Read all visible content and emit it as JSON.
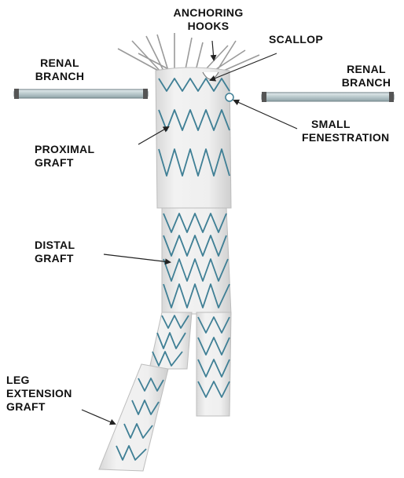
{
  "colors": {
    "graft_fabric": "#ececec",
    "graft_shadow": "#c9c9c9",
    "stent_wire": "#3f7f95",
    "stent_wire_light": "#79aebe",
    "branch_tube": "#b9c9cc",
    "label_text": "#111111",
    "leader_line": "#222222"
  },
  "labels": {
    "anchoring_hooks": {
      "line1": "ANCHORING",
      "line2": "HOOKS"
    },
    "scallop": {
      "line1": "SCALLOP"
    },
    "renal_branch_left": {
      "line1": "RENAL",
      "line2": "BRANCH"
    },
    "renal_branch_right": {
      "line1": "RENAL",
      "line2": "BRANCH"
    },
    "small_fenestration": {
      "line1": "SMALL",
      "line2": "FENESTRATION"
    },
    "proximal_graft": {
      "line1": "PROXIMAL",
      "line2": "GRAFT"
    },
    "distal_graft": {
      "line1": "DISTAL",
      "line2": "GRAFT"
    },
    "leg_extension_graft": {
      "line1": "LEG",
      "line2": "EXTENSION",
      "line3": "GRAFT"
    }
  },
  "icons": [
    "stent-graft-device-illustration",
    "leader-arrow"
  ]
}
